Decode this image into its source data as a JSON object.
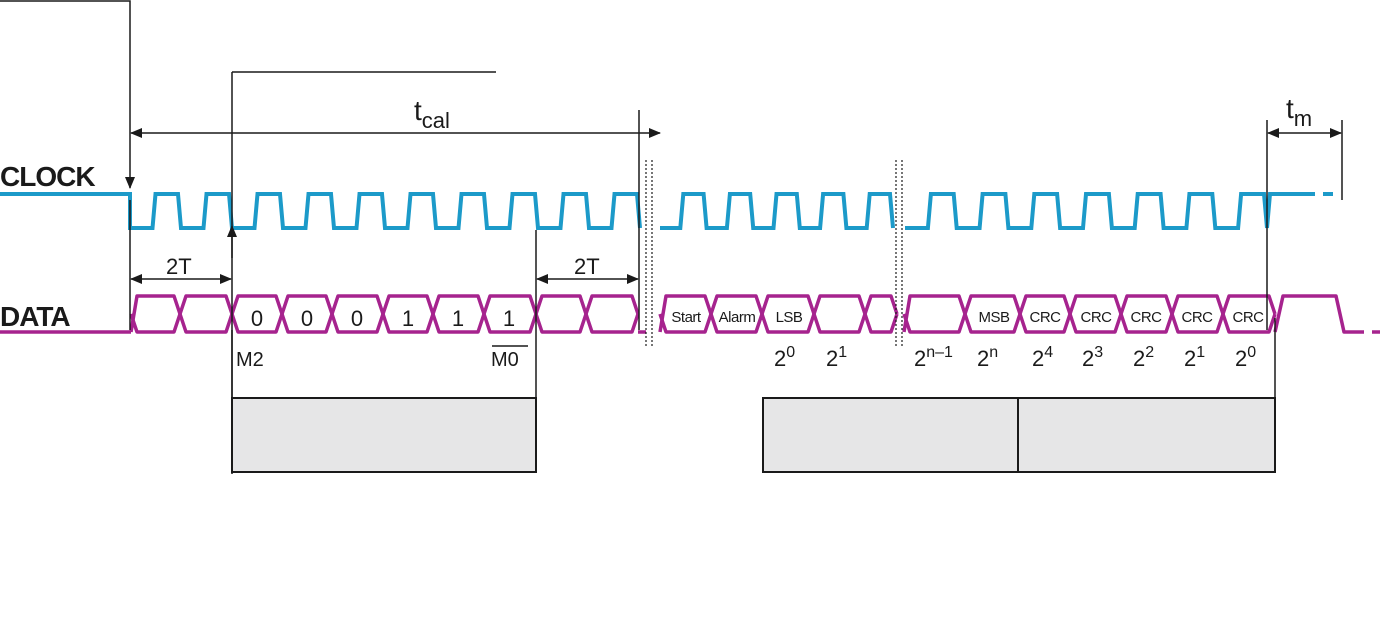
{
  "signals": {
    "clock_label": "CLOCK",
    "data_label": "DATA"
  },
  "timing": {
    "tcal_main": "t",
    "tcal_sub": "cal",
    "tm_main": "t",
    "tm_sub": "m",
    "two_t_left": "2T",
    "two_t_right": "2T"
  },
  "mode_bits": [
    "0",
    "0",
    "0",
    "1",
    "1",
    "1"
  ],
  "mode_labels": {
    "first": "M2",
    "last": "M0"
  },
  "frame_words": [
    "Start",
    "Alarm",
    "LSB",
    "MSB",
    "CRC",
    "CRC",
    "CRC",
    "CRC",
    "CRC"
  ],
  "powers": [
    {
      "base": "2",
      "exp": "0"
    },
    {
      "base": "2",
      "exp": "1"
    },
    {
      "base": "2",
      "exp": "n–1"
    },
    {
      "base": "2",
      "exp": "n"
    },
    {
      "base": "2",
      "exp": "4"
    },
    {
      "base": "2",
      "exp": "3"
    },
    {
      "base": "2",
      "exp": "2"
    },
    {
      "base": "2",
      "exp": "1"
    },
    {
      "base": "2",
      "exp": "0"
    }
  ],
  "colors": {
    "clock": "#1c9ac9",
    "data": "#a6238e",
    "box_fill": "#e6e6e7",
    "line": "#1a1a1a"
  }
}
